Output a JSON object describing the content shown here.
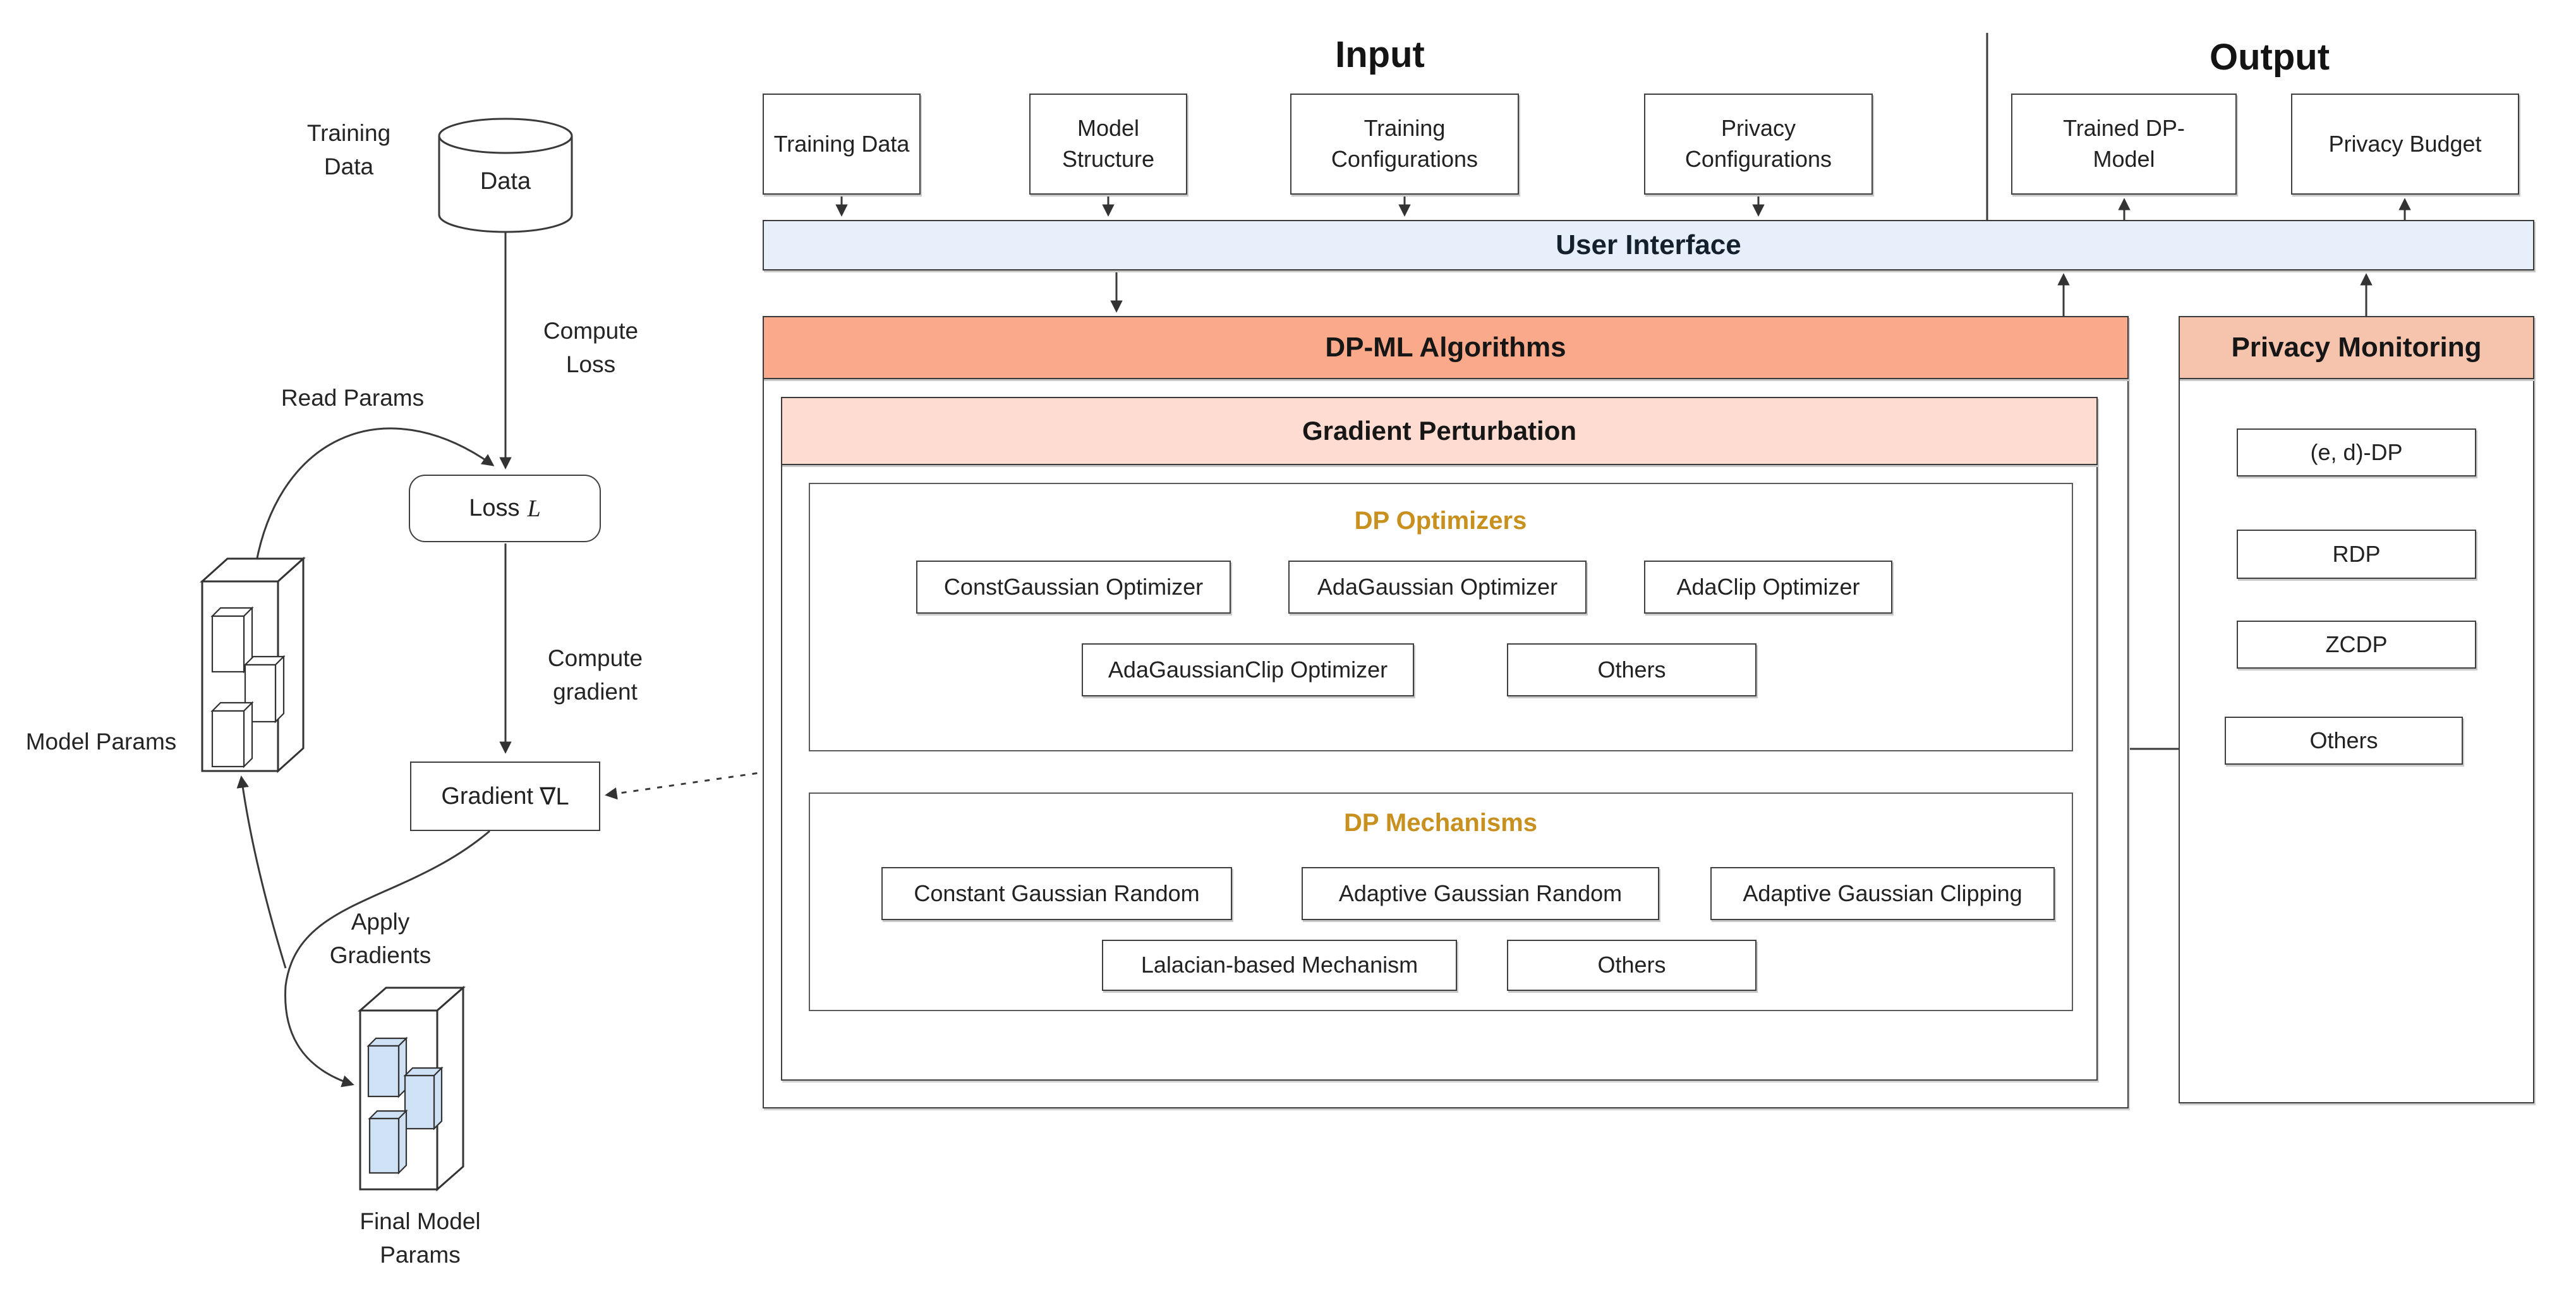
{
  "titles": {
    "input": "Input",
    "output": "Output"
  },
  "left_flow": {
    "training_data": "Training Data",
    "data_store": "Data",
    "compute_loss": "Compute Loss",
    "read_params": "Read Params",
    "loss_label": "Loss",
    "loss_symbol": "L",
    "compute_gradient": "Compute gradient",
    "gradient_label": "Gradient",
    "gradient_symbol": "∇L",
    "model_params": "Model Params",
    "apply_gradients": "Apply Gradients",
    "final_model_params": "Final Model Params"
  },
  "input_boxes": [
    "Training Data",
    "Model Structure",
    "Training Configurations",
    "Privacy Configurations"
  ],
  "output_boxes": [
    "Trained DP-Model",
    "Privacy Budget"
  ],
  "user_interface": "User Interface",
  "dp_ml": {
    "title": "DP-ML Algorithms",
    "gradient_perturbation": "Gradient Perturbation",
    "optimizers": {
      "title": "DP Optimizers",
      "row1": [
        "ConstGaussian Optimizer",
        "AdaGaussian Optimizer",
        "AdaClip Optimizer"
      ],
      "row2": [
        "AdaGaussianClip Optimizer",
        "Others"
      ]
    },
    "mechanisms": {
      "title": "DP Mechanisms",
      "row1": [
        "Constant Gaussian Random",
        "Adaptive Gaussian Random",
        "Adaptive Gaussian Clipping"
      ],
      "row2": [
        "Lalacian-based Mechanism",
        "Others"
      ]
    }
  },
  "privacy_monitoring": {
    "title": "Privacy Monitoring",
    "items": [
      "(e, d)-DP",
      "RDP",
      "ZCDP",
      "Others"
    ]
  },
  "colors": {
    "ui_bar": "#e7effb",
    "dp_ml_header": "#fba98b",
    "privacy_header": "#f6c4ad",
    "gradient_perturbation": "#ffdcd1",
    "section_gold": "#c8901f",
    "final_param_fill": "#cfe1f5",
    "line": "#3a3a3a"
  }
}
